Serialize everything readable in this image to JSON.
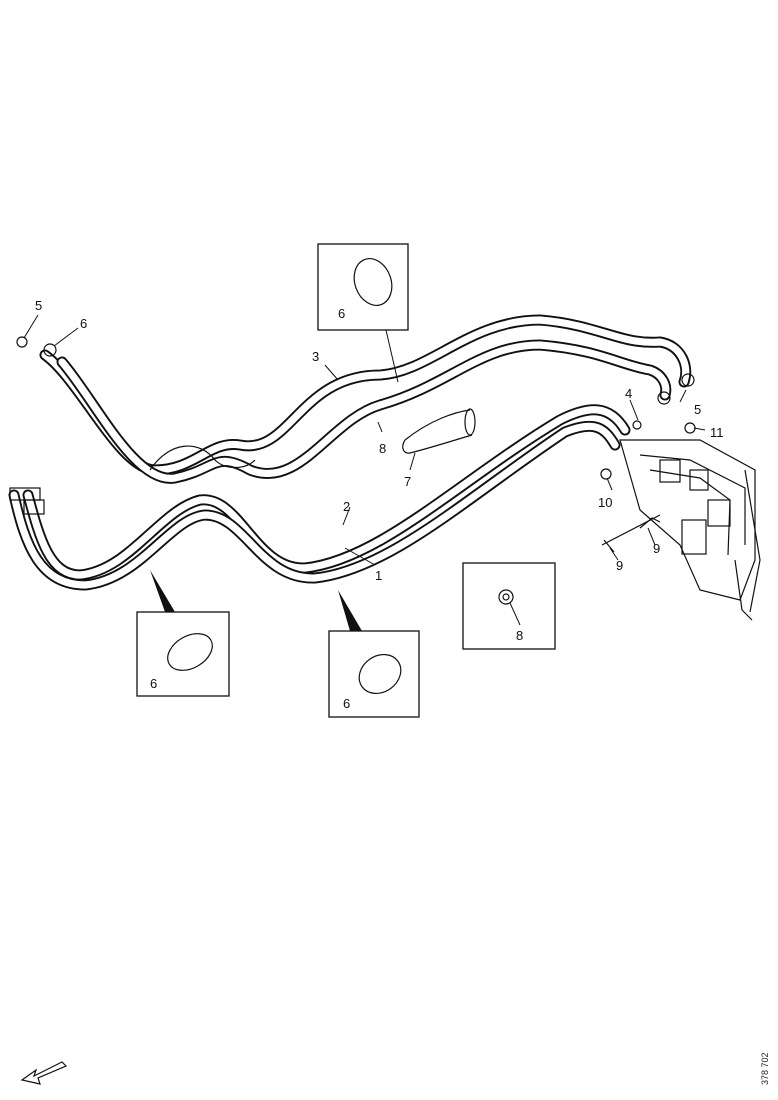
{
  "labels": {
    "l1": "1",
    "l2": "2",
    "l3": "3",
    "l4": "4",
    "l5_right": "5",
    "l5_top_left": "5",
    "l6_top_left": "6",
    "l6_top_box": "6",
    "l6_left_box": "6",
    "l6_mid_box": "6",
    "l7": "7",
    "l8_mid": "8",
    "l8_box": "8",
    "l9_right": "9",
    "l9_bottom": "9",
    "l10": "10",
    "l11": "11"
  },
  "reference_code": "378 702"
}
